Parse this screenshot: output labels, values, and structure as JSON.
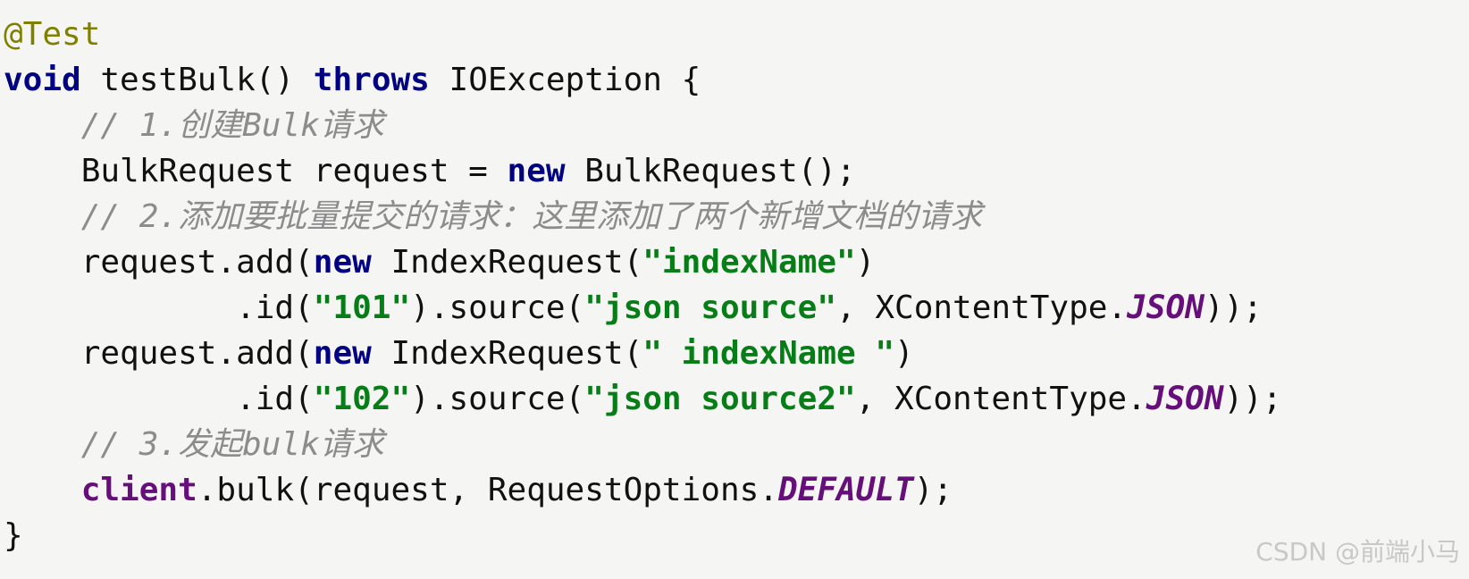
{
  "editor": {
    "lines": [
      {
        "id": "annotation",
        "tokens": [
          "@Test"
        ]
      },
      {
        "id": "signature",
        "tokens": [
          "void",
          " testBulk() ",
          "throws",
          " IOException {"
        ]
      },
      {
        "id": "comment-1",
        "tokens": [
          "    // 1.创建Bulk请求"
        ]
      },
      {
        "id": "create-request",
        "tokens": [
          "    BulkRequest request = ",
          "new",
          " BulkRequest();"
        ]
      },
      {
        "id": "comment-2",
        "tokens": [
          "    // 2.添加要批量提交的请求：这里添加了两个新增文档的请求"
        ]
      },
      {
        "id": "add-1",
        "tokens": [
          "    request.add(",
          "new",
          " IndexRequest(",
          "\"indexName\"",
          ")"
        ]
      },
      {
        "id": "add-1-cont",
        "tokens": [
          "            .id(",
          "\"101\"",
          ").source(",
          "\"json source\"",
          ", XContentType.",
          "JSON",
          "));"
        ]
      },
      {
        "id": "add-2",
        "tokens": [
          "    request.add(",
          "new",
          " IndexRequest(",
          "\" indexName \"",
          ")"
        ]
      },
      {
        "id": "add-2-cont",
        "tokens": [
          "            .id(",
          "\"102\"",
          ").source(",
          "\"json source2\"",
          ", XContentType.",
          "JSON",
          "));"
        ]
      },
      {
        "id": "comment-3",
        "tokens": [
          "    // 3.发起bulk请求"
        ]
      },
      {
        "id": "bulk-call",
        "tokens": [
          "    ",
          "client",
          ".bulk(request, RequestOptions.",
          "DEFAULT",
          ");"
        ]
      },
      {
        "id": "close-brace",
        "tokens": [
          "}"
        ]
      }
    ]
  },
  "watermark": "CSDN @前端小马"
}
